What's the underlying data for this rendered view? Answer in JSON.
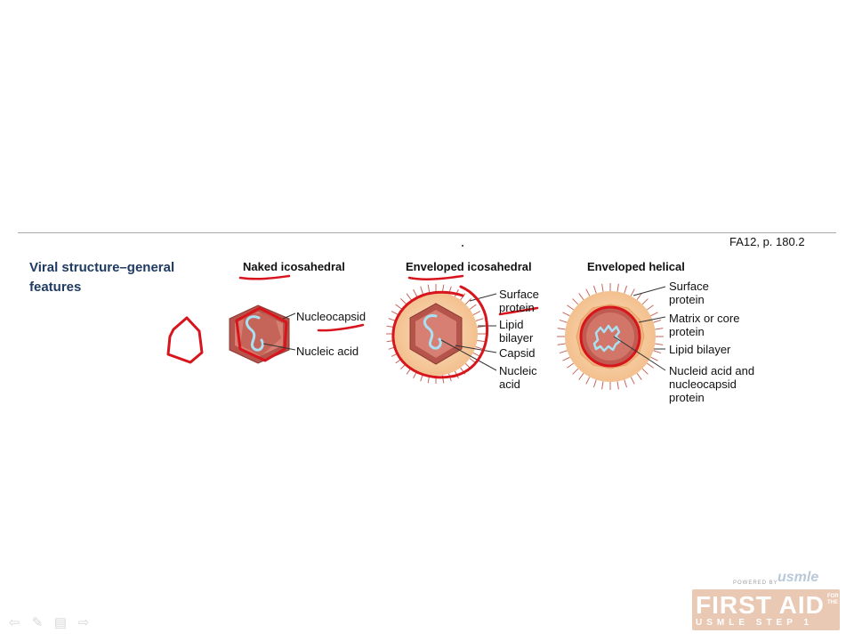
{
  "reference": "FA12, p. 180.2",
  "section_title": "Viral structure–general features",
  "diagrams": {
    "naked_icosahedral": {
      "title": "Naked icosahedral",
      "labels": [
        "Nucleocapsid",
        "Nucleic acid"
      ]
    },
    "enveloped_icosahedral": {
      "title": "Enveloped icosahedral",
      "labels": [
        "Surface protein",
        "Lipid bilayer",
        "Capsid",
        "Nucleic acid"
      ]
    },
    "enveloped_helical": {
      "title": "Enveloped helical",
      "labels": [
        "Surface protein",
        "Matrix or core protein",
        "Lipid bilayer",
        "Nucleid acid and nucleocapsid protein"
      ]
    }
  },
  "nav_icons": [
    "arrow-left-icon",
    "pen-icon",
    "menu-icon",
    "arrow-right-icon"
  ],
  "logo": {
    "powered_by": "POWERED BY",
    "brand": "usmle",
    "name": "FIRST AID",
    "for_the": "FOR THE",
    "subtitle": "USMLE STEP 1"
  },
  "colors": {
    "title_blue": "#1f3b63",
    "annotation_red": "#d8141c",
    "envelope_peach": "#f6c79c",
    "capsid_red": "#c9665a",
    "nucleic_blue": "#8fd3ee"
  }
}
